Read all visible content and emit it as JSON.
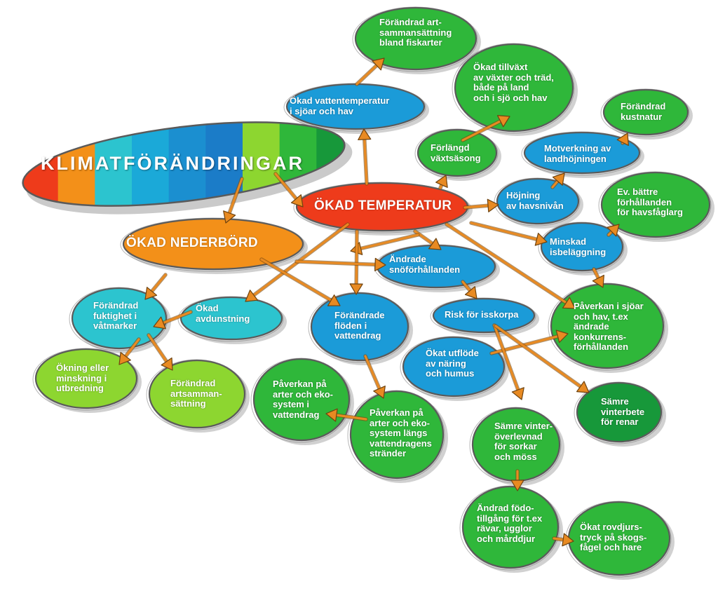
{
  "colors": {
    "blue": "#1b9bd8",
    "cyan": "#2cc4cf",
    "light_green": "#8dd630",
    "green": "#2fb73a",
    "dark_green": "#17983a",
    "orange": "#f39019",
    "red": "#ee3b1b",
    "arrow": "#e88a22",
    "border": "#5a5a5a"
  },
  "title": {
    "text": "KLIMATFÖRÄNDRINGAR"
  },
  "nodes": [
    {
      "id": "okad-temperatur",
      "text": "ÖKAD TEMPERATUR",
      "color": "red"
    },
    {
      "id": "okad-nederbord",
      "text": "ÖKAD NEDERBÖRD",
      "color": "orange"
    },
    {
      "id": "okad-vattentemperatur",
      "text": "Ökad vattentemperatur\ni sjöar och hav",
      "color": "blue"
    },
    {
      "id": "forandrad-artsammansattning-fisk",
      "text": "Förändrad art-\nsammansättning\nbland fiskarter",
      "color": "green"
    },
    {
      "id": "okad-tillvaxt",
      "text": "Ökad tillväxt\nav växter och träd,\nbåde på land\noch i sjö och hav",
      "color": "green"
    },
    {
      "id": "forlangd-vaxtsasong",
      "text": "Förlängd\nväxtsäsong",
      "color": "green"
    },
    {
      "id": "motverkning-landhojningen",
      "text": "Motverkning av\nlandhöjningen",
      "color": "blue"
    },
    {
      "id": "forandrad-kustnatur",
      "text": "Förändrad\nkustnatur",
      "color": "green"
    },
    {
      "id": "hojning-havsnivan",
      "text": "Höjning\nav havsnivån",
      "color": "blue"
    },
    {
      "id": "battre-havsfaglar",
      "text": "Ev. bättre\nförhållanden\nför havsfåglarg",
      "color": "green"
    },
    {
      "id": "minskad-isbelaggning",
      "text": "Minskad\nisbeläggning",
      "color": "blue"
    },
    {
      "id": "andrade-snoforhallanden",
      "text": "Ändrade\nsnöförhållanden",
      "color": "blue"
    },
    {
      "id": "paverkan-sjoar-hav",
      "text": "Påverkan i sjöar\noch hav, t.ex\nändrade\nkonkurrens-\nförhållanden",
      "color": "green"
    },
    {
      "id": "risk-isskorpa",
      "text": "Risk för isskorpa",
      "color": "blue"
    },
    {
      "id": "okat-utflode",
      "text": "Ökat utflöde\nav näring\noch humus",
      "color": "blue"
    },
    {
      "id": "forandrade-floden",
      "text": "Förändrade\nflöden i\nvattendrag",
      "color": "blue"
    },
    {
      "id": "okad-avdunstning",
      "text": "Ökad\navdunstning",
      "color": "cyan"
    },
    {
      "id": "forandrad-fuktighet",
      "text": "Förändrad\nfuktighet i\nvåtmarker",
      "color": "cyan"
    },
    {
      "id": "okning-minskning",
      "text": "Ökning eller\nminskning i\nutbredning",
      "color": "light_green"
    },
    {
      "id": "forandrad-artsammansattning",
      "text": "Förändrad\nartsamman-\nsättning",
      "color": "light_green"
    },
    {
      "id": "paverkan-vattendrag",
      "text": "Påverkan på\narter och eko-\nsystem i\nvattendrag",
      "color": "green"
    },
    {
      "id": "paverkan-strander",
      "text": "Påverkan på\narter och eko-\nsystem längs\nvattendragens\nstränder",
      "color": "green"
    },
    {
      "id": "samre-vinteroverlevnad",
      "text": "Sämre vinter-\növerlevnad\nför sorkar\noch möss",
      "color": "green"
    },
    {
      "id": "samre-vinterbete",
      "text": "Sämre\nvinterbete\nför renar",
      "color": "dark_green"
    },
    {
      "id": "andrad-fodotillgang",
      "text": "Ändrad födo-\ntillgång för t.ex\nrävar, ugglor\noch mårddjur",
      "color": "green"
    },
    {
      "id": "okat-rovdjurstryck",
      "text": "Ökat rovdjurs-\ntryck på skogs-\nfågel och hare",
      "color": "green"
    }
  ]
}
